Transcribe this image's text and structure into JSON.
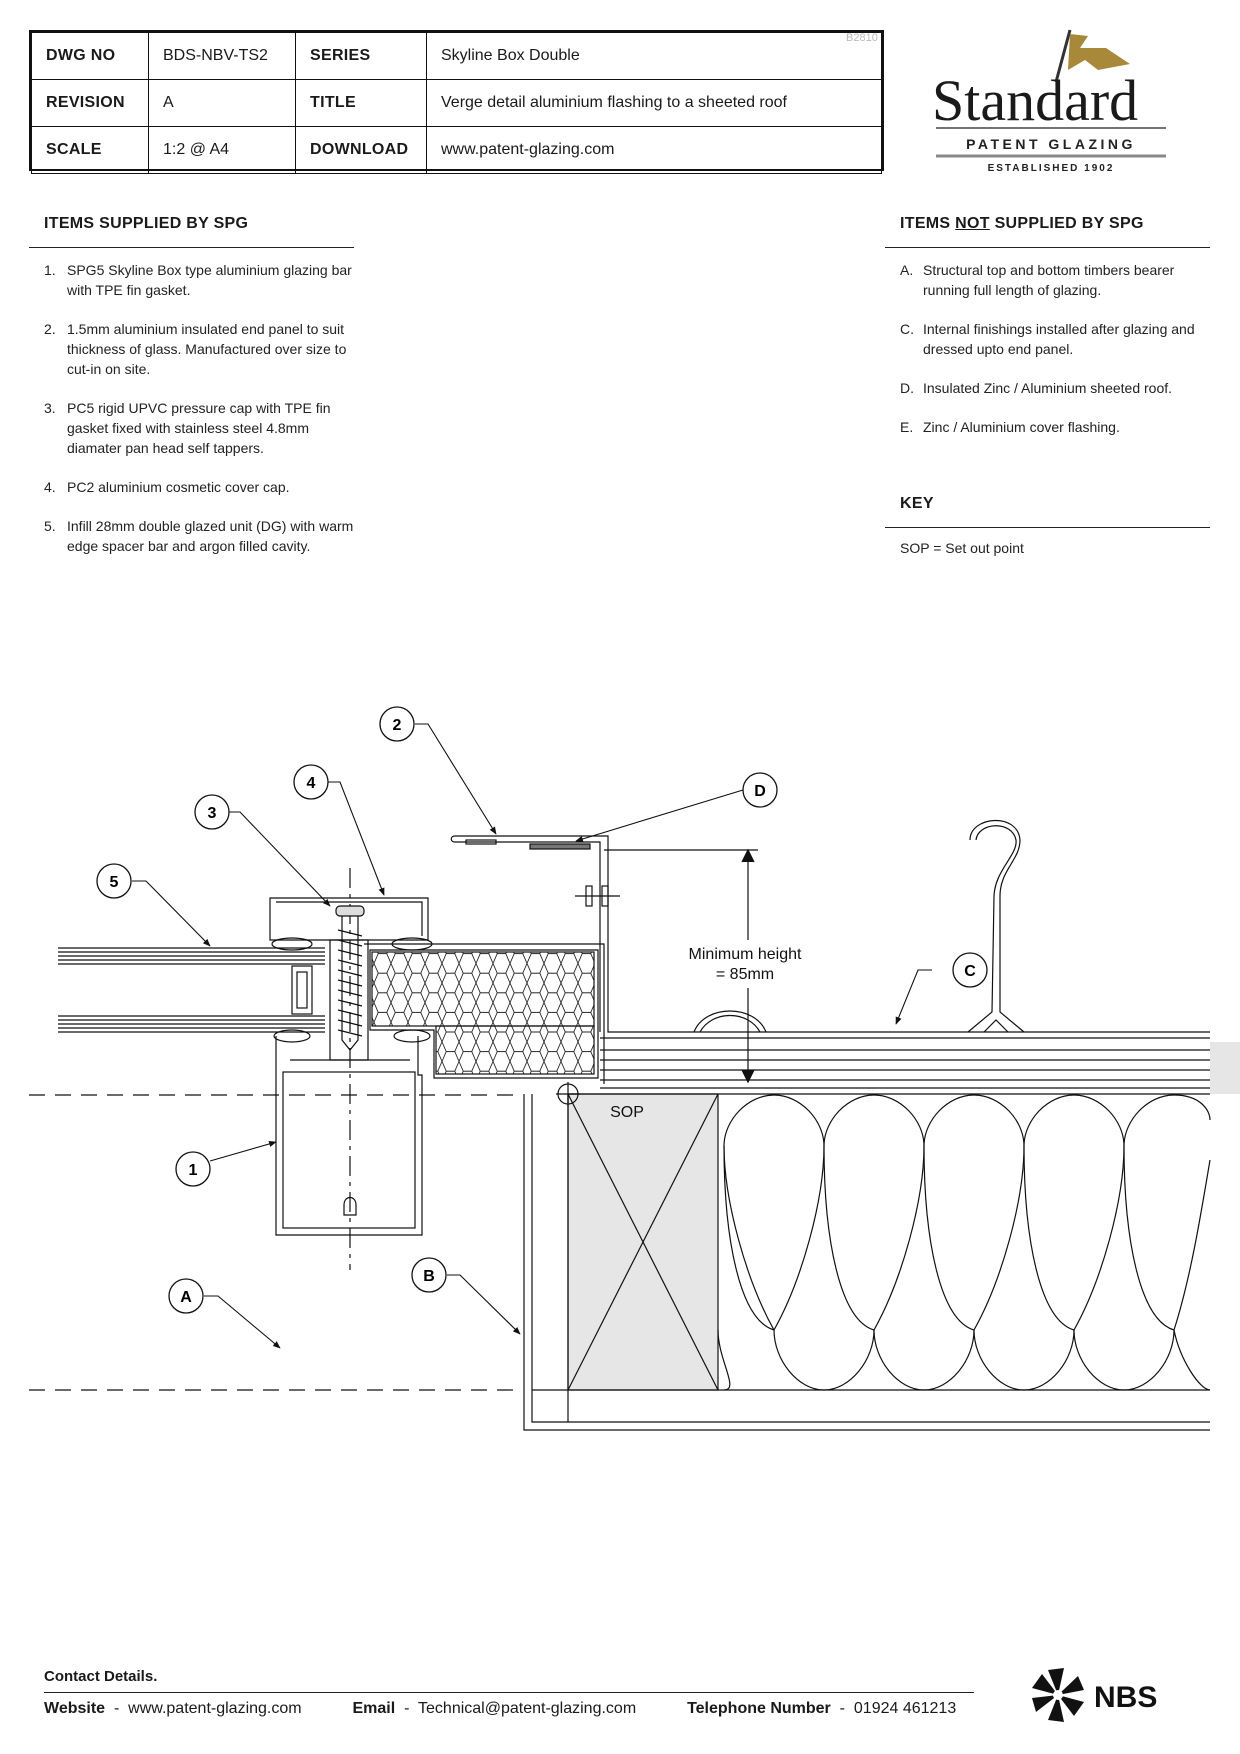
{
  "title_block": {
    "rows": [
      {
        "k1": "DWG NO",
        "v1": "BDS-NBV-TS2",
        "k2": "SERIES",
        "v2": "Skyline Box Double"
      },
      {
        "k1": "REVISION",
        "v1": "A",
        "k2": "TITLE",
        "v2": "Verge detail aluminium flashing to a sheeted roof"
      },
      {
        "k1": "SCALE",
        "v1": "1:2 @ A4",
        "k2": "DOWNLOAD",
        "v2": "www.patent-glazing.com"
      }
    ],
    "ref_code": "B2810"
  },
  "logo": {
    "name": "Standard",
    "tagline": "PATENT GLAZING",
    "established": "ESTABLISHED 1902",
    "flag_color": "#a8893a"
  },
  "supplied": {
    "heading": "ITEMS SUPPLIED BY SPG",
    "items": [
      {
        "marker": "1.",
        "text": "SPG5 Skyline Box type aluminium glazing bar with TPE fin gasket."
      },
      {
        "marker": "2.",
        "text": "1.5mm aluminium insulated end panel to suit thickness of glass. Manufactured over size to cut-in on site."
      },
      {
        "marker": "3.",
        "text": "PC5 rigid UPVC pressure cap with TPE fin gasket fixed with stainless steel 4.8mm diamater pan head self tappers."
      },
      {
        "marker": "4.",
        "text": "PC2 aluminium cosmetic cover cap."
      },
      {
        "marker": "5.",
        "text": "Infill 28mm double glazed unit (DG) with warm edge spacer bar and argon filled cavity."
      }
    ]
  },
  "not_supplied": {
    "heading_pre": "ITEMS ",
    "heading_not": "NOT",
    "heading_post": " SUPPLIED BY SPG",
    "items": [
      {
        "marker": "A.",
        "text": "Structural top and bottom timbers bearer running full length of glazing."
      },
      {
        "marker": "C.",
        "text": "Internal finishings installed after glazing and dressed upto end panel."
      },
      {
        "marker": "D.",
        "text": "Insulated Zinc / Aluminium sheeted roof."
      },
      {
        "marker": "E.",
        "text": "Zinc / Aluminium cover flashing."
      }
    ]
  },
  "key": {
    "heading": "KEY",
    "text": "SOP = Set out point"
  },
  "drawing": {
    "callouts": [
      "1",
      "2",
      "3",
      "4",
      "5",
      "A",
      "B",
      "C",
      "D"
    ],
    "dimension_line1": "Minimum height",
    "dimension_line2": "= 85mm",
    "sop_label": "SOP"
  },
  "contact": {
    "heading": "Contact Details.",
    "website_label": "Website",
    "website": "www.patent-glazing.com",
    "email_label": "Email",
    "email": "Technical@patent-glazing.com",
    "phone_label": "Telephone Number",
    "phone": "01924 461213",
    "separator": "-"
  },
  "nbs": {
    "text": "NBS"
  }
}
